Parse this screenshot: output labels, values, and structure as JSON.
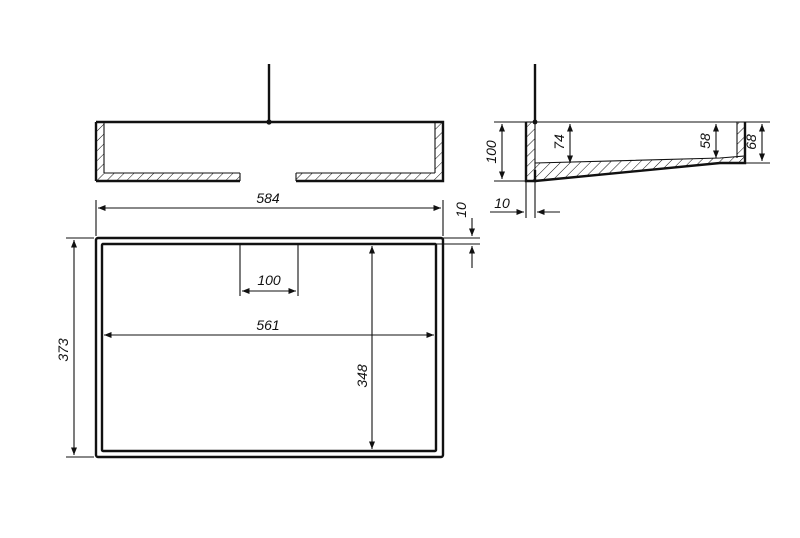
{
  "drawing": {
    "front_view": {},
    "side_view": {
      "dims": {
        "height_outer": "100",
        "height_inner": "74",
        "rim_left": "58",
        "rim_right": "68",
        "wall": "10"
      }
    },
    "plan_view": {
      "dims": {
        "width_outer": "584",
        "width_inner": "561",
        "depth_outer": "373",
        "depth_inner": "348",
        "slot_width": "100",
        "rim": "10"
      }
    }
  }
}
